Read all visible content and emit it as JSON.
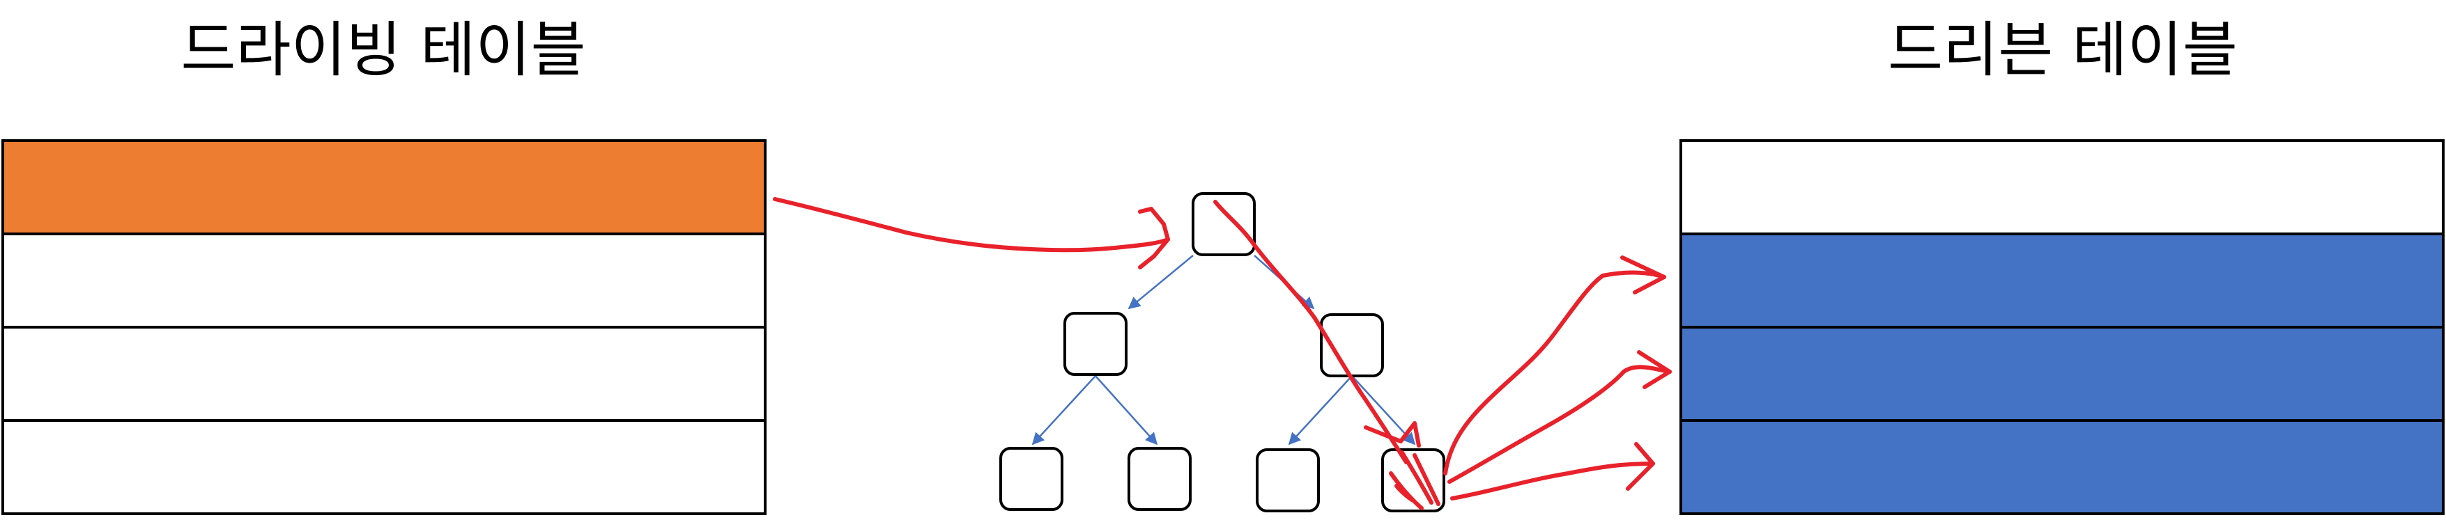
{
  "titles": {
    "driving_table": "드라이빙 테이블",
    "driven_table": "드리븐 테이블"
  },
  "driving_table": {
    "row_count": 4,
    "highlighted_rows": [
      0
    ],
    "highlight_color": "#ED7D31"
  },
  "driven_table": {
    "row_count": 4,
    "highlighted_rows": [
      1,
      2,
      3
    ],
    "highlight_color": "#4472C4"
  },
  "index_tree": {
    "levels": [
      1,
      2,
      4
    ],
    "edge_color": "#4472C4",
    "node_color": "#000000"
  },
  "annotation_color": "#E8212B"
}
